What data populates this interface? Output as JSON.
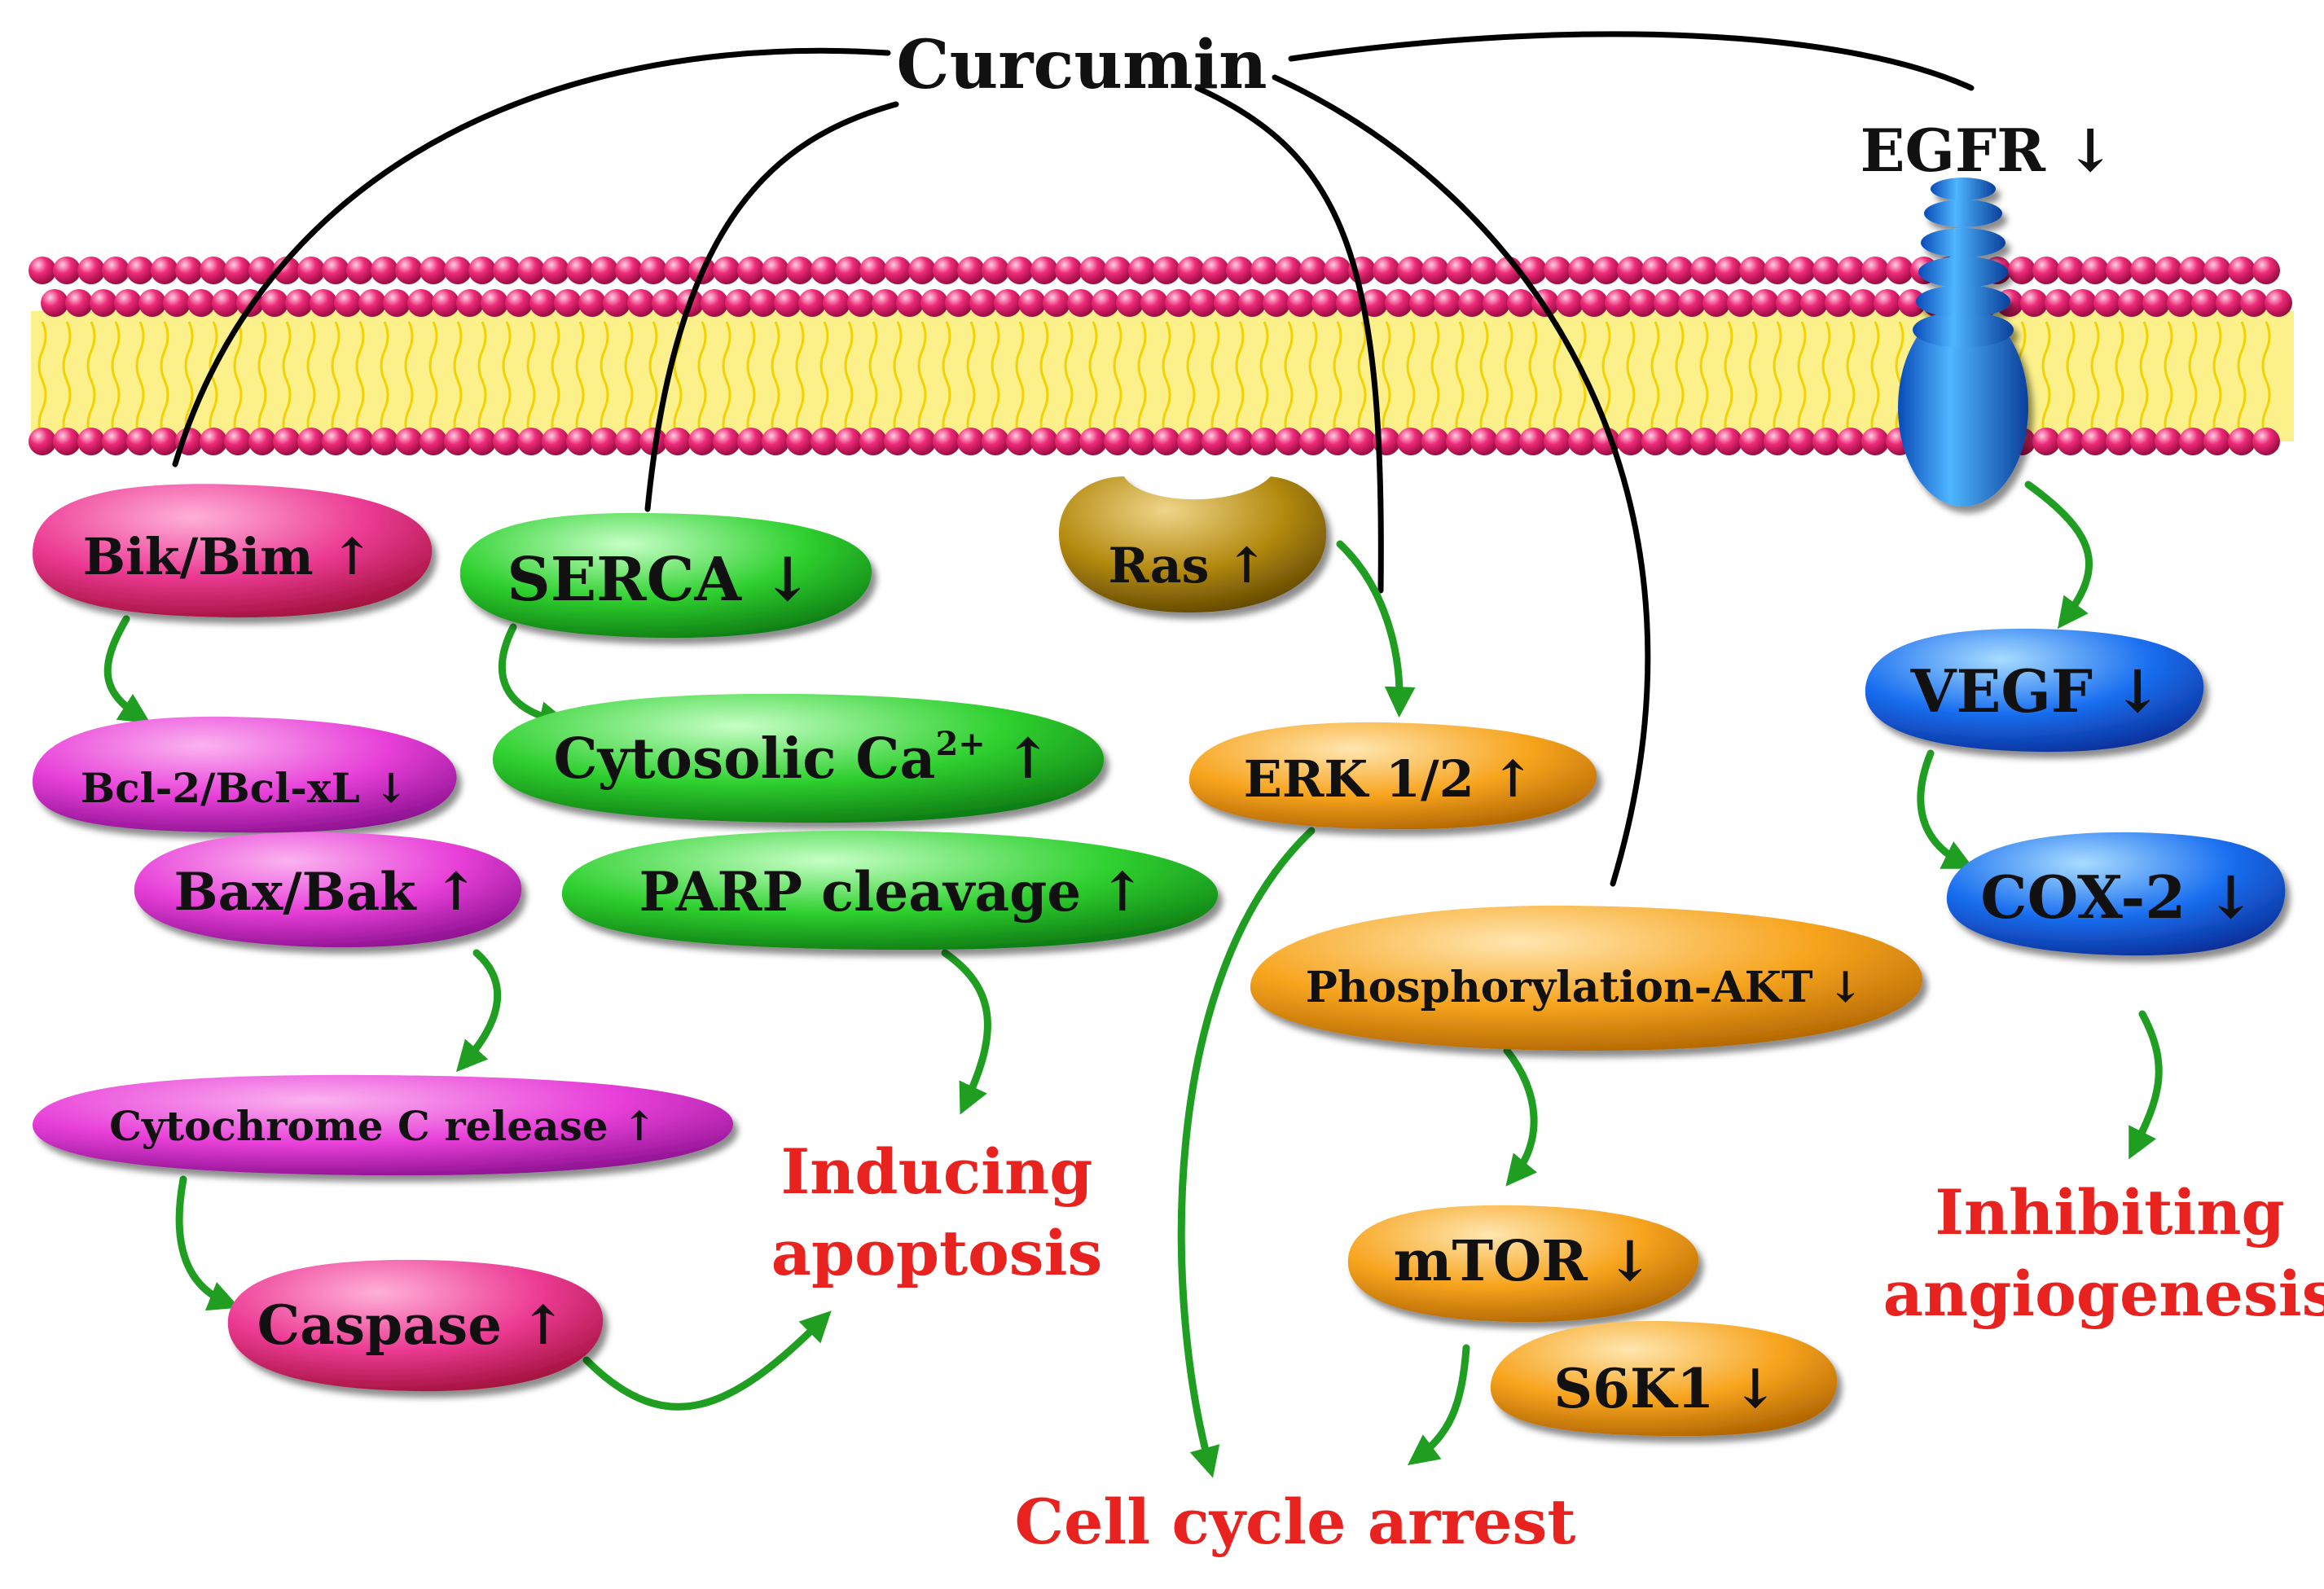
{
  "title": "Curcumin",
  "receptor": {
    "label": "EGFR",
    "arrow": "↓"
  },
  "nodes": {
    "bik_bim": {
      "label": "Bik/Bim",
      "arrow": "↑",
      "color": "#ee3f9d"
    },
    "bcl2": {
      "label": "Bcl-2/Bcl-xL",
      "arrow": "↓",
      "color": "#e93fd8"
    },
    "bax_bak": {
      "label": "Bax/Bak",
      "arrow": "↑",
      "color": "#e93fd8"
    },
    "cytochrome": {
      "label": "Cytochrome C release",
      "arrow": "↑",
      "color": "#e75ce8"
    },
    "caspase": {
      "label": "Caspase",
      "arrow": "↑",
      "color": "#ea3aa8"
    },
    "serca": {
      "label": "SERCA",
      "arrow": "↓",
      "color": "#35d135"
    },
    "cytosolic": {
      "label": "Cytosolic Ca",
      "sup": "2+",
      "arrow": "↑",
      "color": "#35d135"
    },
    "parp": {
      "label": "PARP cleavage",
      "arrow": "↑",
      "color": "#35d135"
    },
    "ras": {
      "label": "Ras",
      "arrow": "↑",
      "color": "#b38a10"
    },
    "erk": {
      "label": "ERK 1/2",
      "arrow": "↑",
      "color": "#f5a623"
    },
    "akt": {
      "label": "Phosphorylation-AKT",
      "arrow": "↓",
      "color": "#f5a623"
    },
    "mtor": {
      "label": "mTOR",
      "arrow": "↓",
      "color": "#f5a623"
    },
    "s6k1": {
      "label": "S6K1",
      "arrow": "↓",
      "color": "#f5a623"
    },
    "vegf": {
      "label": "VEGF",
      "arrow": "↓",
      "color": "#1f6ee8"
    },
    "cox2": {
      "label": "COX-2",
      "arrow": "↓",
      "color": "#1f6ee8"
    }
  },
  "outcomes": {
    "apoptosis": {
      "line1": "Inducing",
      "line2": "apoptosis"
    },
    "cell_cycle": {
      "line1": "Cell cycle arrest"
    },
    "angiogenesis": {
      "line1": "Inhibiting",
      "line2": "angiogenesis"
    }
  },
  "colors": {
    "membrane_head": "#ea1c6e",
    "membrane_tail": "#f5e600",
    "inhibition_line": "#000000",
    "pathway_arrow": "#1f9e22",
    "outcome_text": "#e8231f",
    "receptor": "#1a86e8"
  }
}
